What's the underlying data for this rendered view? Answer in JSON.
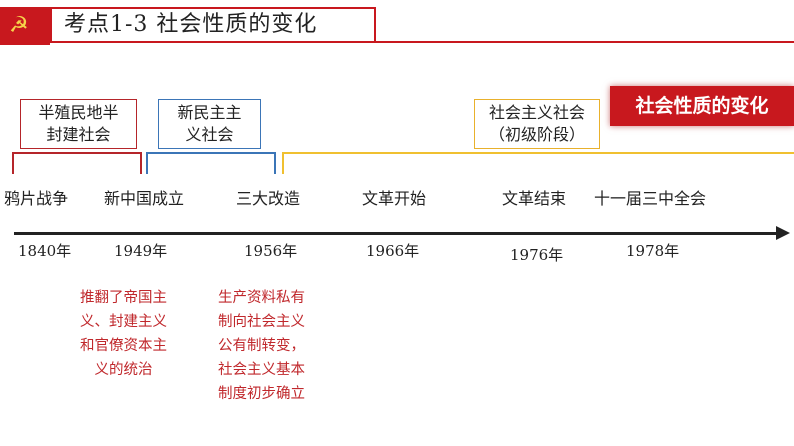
{
  "header": {
    "emblem": "☭",
    "title": "考点1-3  社会性质的变化"
  },
  "badge": "社会性质的变化",
  "eras": [
    {
      "label": "半殖民地半\n封建社会",
      "color": "#b5252a"
    },
    {
      "label": "新民主主\n义社会",
      "color": "#3b75b7"
    },
    {
      "label": "社会主义社会\n（初级阶段）",
      "color": "#f0c030"
    }
  ],
  "events": [
    "鸦片战争",
    "新中国成立",
    "三大改造",
    "文革开始",
    "文革结束",
    "十一届三中全会"
  ],
  "years": [
    "1840年",
    "1949年",
    "1956年",
    "1966年",
    "1976年",
    "1978年"
  ],
  "notes": [
    "推翻了帝国主\n义、封建主义\n和官僚资本主\n义的统治",
    "生产资料私有\n制向社会主义\n公有制转变，\n社会主义基本\n制度初步确立"
  ],
  "colors": {
    "accent_red": "#c8181e",
    "era_blue": "#3b75b7",
    "era_yellow": "#f0c030"
  }
}
